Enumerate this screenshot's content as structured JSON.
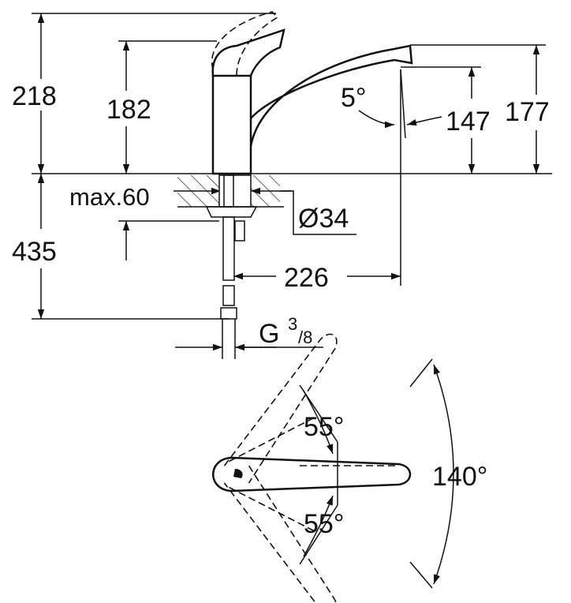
{
  "drawing": {
    "side_view": {
      "total_height": "218",
      "body_height": "182",
      "spout_angle": "5°",
      "spout_outlet_height": "147",
      "spout_top_height": "177",
      "max_deck_thickness": "max.60",
      "hole_diameter": "Ø34",
      "hose_length": "435",
      "spout_reach": "226",
      "connection_prefix": "G",
      "connection_num": "3",
      "connection_den": "/8"
    },
    "top_view": {
      "swivel_up": "55°",
      "swivel_down": "55°",
      "total_swivel": "140°"
    }
  }
}
